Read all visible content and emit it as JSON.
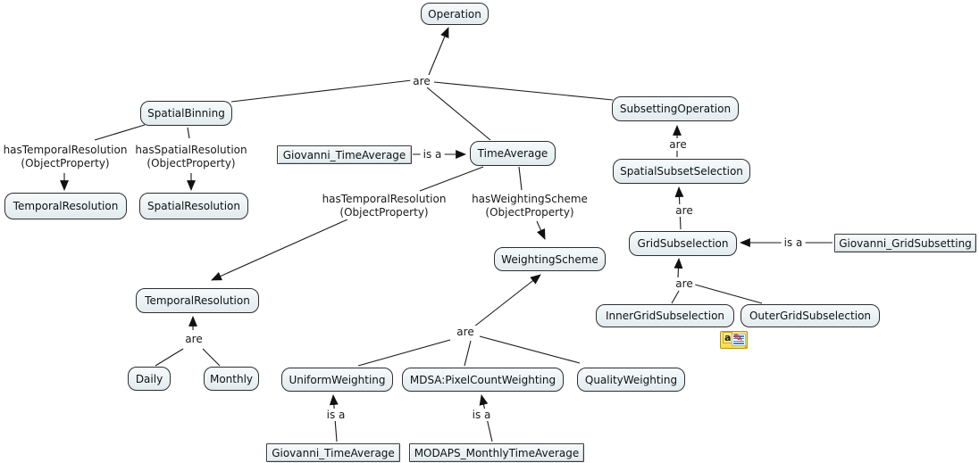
{
  "diagram": {
    "nodes": {
      "operation": "Operation",
      "spatial_binning": "SpatialBinning",
      "subsetting_operation": "SubsettingOperation",
      "temporal_resolution_left": "TemporalResolution",
      "spatial_resolution": "SpatialResolution",
      "giovanni_time_average_top": "Giovanni_TimeAverage",
      "time_average": "TimeAverage",
      "weighting_scheme": "WeightingScheme",
      "spatial_subset_selection": "SpatialSubsetSelection",
      "grid_subselection": "GridSubselection",
      "giovanni_grid_subsetting": "Giovanni_GridSubsetting",
      "inner_grid_subselection": "InnerGridSubselection",
      "outer_grid_subselection": "OuterGridSubselection",
      "temporal_resolution_mid": "TemporalResolution",
      "daily": "Daily",
      "monthly": "Monthly",
      "uniform_weighting": "UniformWeighting",
      "mdsa_pixel_count_weighting": "MDSA:PixelCountWeighting",
      "quality_weighting": "QualityWeighting",
      "giovanni_time_average_bottom": "Giovanni_TimeAverage",
      "modaps_monthly_time_average": "MODAPS_MonthlyTimeAverage"
    },
    "link_labels": {
      "are": "are",
      "is_a": "is a",
      "has_temporal_resolution": "hasTemporalResolution\n(ObjectProperty)",
      "has_spatial_resolution": "hasSpatialResolution\n(ObjectProperty)",
      "has_weighting_scheme": "hasWeightingScheme\n(ObjectProperty)"
    },
    "annotation_icon": {
      "letter": "a"
    },
    "colors": {
      "node_fill_top": "#f6fafb",
      "node_fill_bottom": "#e2ebee",
      "node_border": "#2e2e2e",
      "edge_color": "#1a1a1a",
      "canvas_bg": "#ffffff",
      "annotation_yellow": "#f9dc4e"
    }
  }
}
